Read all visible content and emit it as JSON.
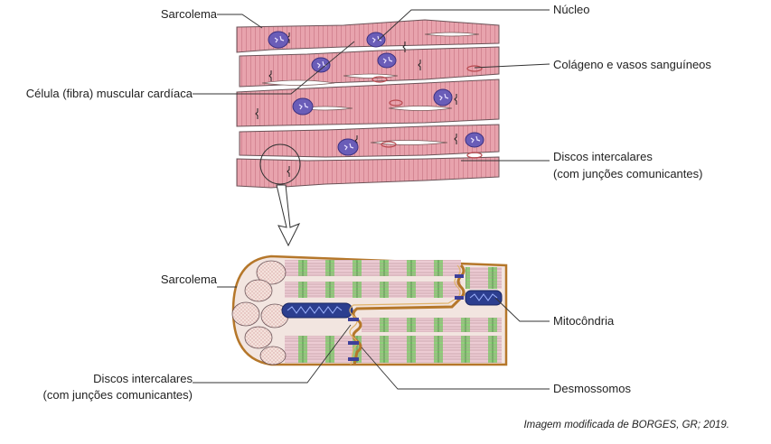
{
  "labels": {
    "sarcolema_top": "Sarcolema",
    "nucleo": "Núcleo",
    "colageno": "Colágeno e vasos sanguíneos",
    "celula": "Célula (fibra) muscular cardíaca",
    "discos_top_1": "Discos intercalares",
    "discos_top_2": "(com junções comunicantes)",
    "sarcolema_bottom": "Sarcolema",
    "mitocondria": "Mitocôndria",
    "discos_bottom_1": "Discos intercalares",
    "discos_bottom_2": "(com junções comunicantes)",
    "desmossomos": "Desmossomos"
  },
  "credit": "Imagem modificada de BORGES, GR; 2019.",
  "colors": {
    "fiber": "#e8a3ad",
    "fiber_stroke": "#6b5358",
    "nucleus": "#6a5db8",
    "band_green": "#8fcf7a",
    "sarcolemma": "#b5772a",
    "mitochondria": "#2c3e8f",
    "leader": "#333333"
  }
}
